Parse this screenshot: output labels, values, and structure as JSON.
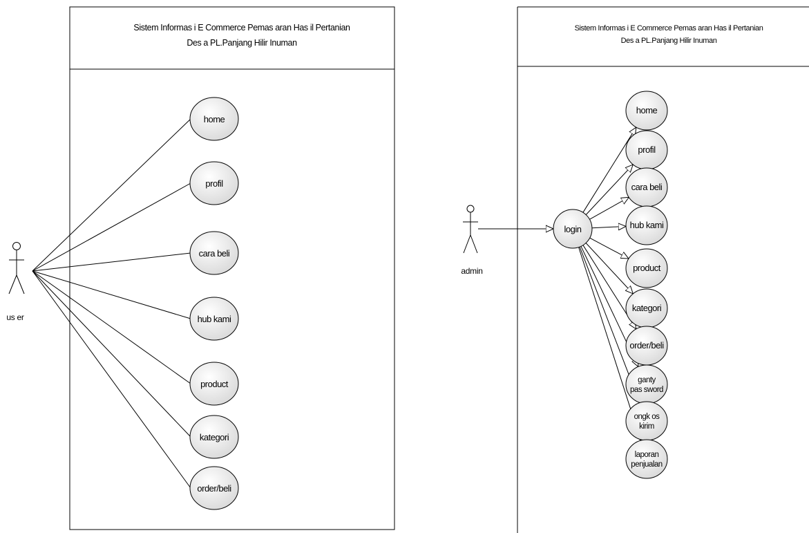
{
  "left": {
    "system_title_line1": "Sistem Informas i E Commerce Pemas aran Has il Pertanian",
    "system_title_line2": "Des a PL.Panjang Hilir Inuman",
    "actor": "us er",
    "use_cases": [
      [
        "home"
      ],
      [
        "profil"
      ],
      [
        "cara beli"
      ],
      [
        "hub kami"
      ],
      [
        "product"
      ],
      [
        "kategori"
      ],
      [
        "order/beli"
      ]
    ]
  },
  "right": {
    "system_title_line1": "Sistem Informas i E Commerce Pemas aran Has il Pertanian",
    "system_title_line2": "Des a PL.Panjang Hilir Inuman",
    "actor": "admin",
    "login": "login",
    "use_cases": [
      [
        "home"
      ],
      [
        "profil"
      ],
      [
        "cara beli"
      ],
      [
        "hub kami"
      ],
      [
        "product"
      ],
      [
        "kategori"
      ],
      [
        "order/beli"
      ],
      [
        "ganty",
        "pas sword"
      ],
      [
        "ongk os",
        "kirim"
      ],
      [
        "laporan",
        "penjualan"
      ]
    ]
  },
  "colors": {
    "line": "#000000",
    "usecase_fill_light": "#ffffff",
    "usecase_fill_dark": "#d9d9d9",
    "background": "#ffffff"
  }
}
